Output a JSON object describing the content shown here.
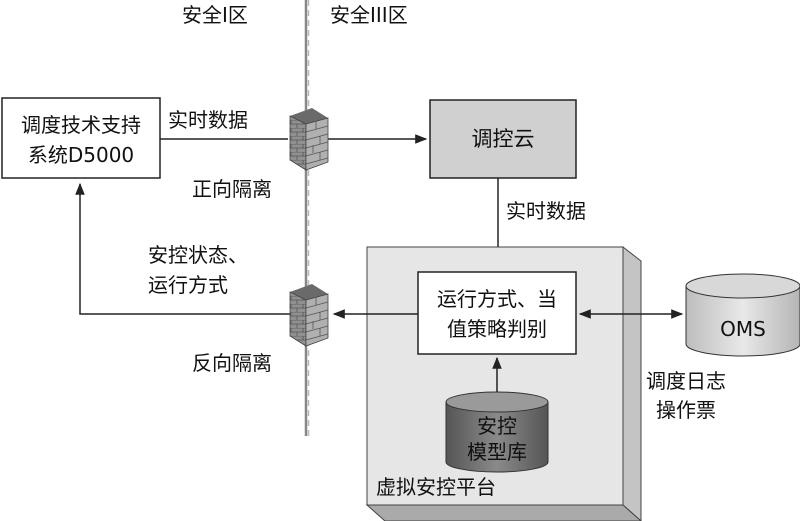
{
  "zones": {
    "left": "安全I区",
    "right": "安全III区"
  },
  "nodes": {
    "d5000": {
      "line1": "调度技术支持",
      "line2": "系统D5000"
    },
    "cloud": "调控云",
    "platform": "虚拟安控平台",
    "judge": {
      "line1": "运行方式、当",
      "line2": "值策略判别"
    },
    "model": {
      "line1": "安控",
      "line2": "模型库"
    },
    "oms": "OMS"
  },
  "labels": {
    "realtime_top": "实时数据",
    "realtime_down": "实时数据",
    "forward_isolation": "正向隔离",
    "reverse_isolation": "反向隔离",
    "status": {
      "line1": "安控状态、",
      "line2": "运行方式"
    },
    "oms_data": {
      "line1": "调度日志",
      "line2": "操作票"
    }
  },
  "colors": {
    "line": "#222222",
    "cloud_fill": "#d0d0d0",
    "platform_front": "#e6e6e6",
    "platform_side": "#c4c4c4",
    "cylinder_dark": "#6e6e6e",
    "cylinder_light": "#d4d4d4",
    "firewall": "#8a8a8a"
  },
  "icons": {
    "firewall": "firewall-icon",
    "database": "database-cylinder-icon"
  }
}
